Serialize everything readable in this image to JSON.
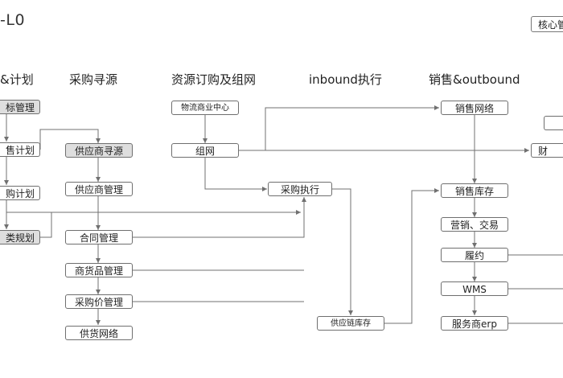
{
  "title": "-L0",
  "legend": {
    "label": "核心管"
  },
  "columns": [
    "&计划",
    "采购寻源",
    "资源订购及组网",
    "inbound执行",
    "销售&outbound"
  ],
  "nodes": {
    "plan_target": "标管理",
    "plan_sales": "售计划",
    "plan_purchase": "购计划",
    "plan_category": "类规划",
    "src_supplier_sourcing": "供应商寻源",
    "src_supplier_mgmt": "供应商管理",
    "src_contract": "合同管理",
    "src_product": "商货品管理",
    "src_price": "采购价管理",
    "src_supply_network": "供货网络",
    "res_logistics_center": "物流商业中心",
    "res_network": "组网",
    "in_purchase_exec": "采购执行",
    "in_supply_inventory": "供应链库存",
    "out_sales_network": "销售网络",
    "out_sales_inventory": "销售库存",
    "out_marketing": "营销、交易",
    "out_fulfillment": "履约",
    "out_wms": "WMS",
    "out_provider_erp": "服务商erp",
    "right_finance": "财"
  },
  "colors": {
    "line": "#707070",
    "node_border": "#6f6f6f",
    "grey_fill": "#dedede"
  }
}
